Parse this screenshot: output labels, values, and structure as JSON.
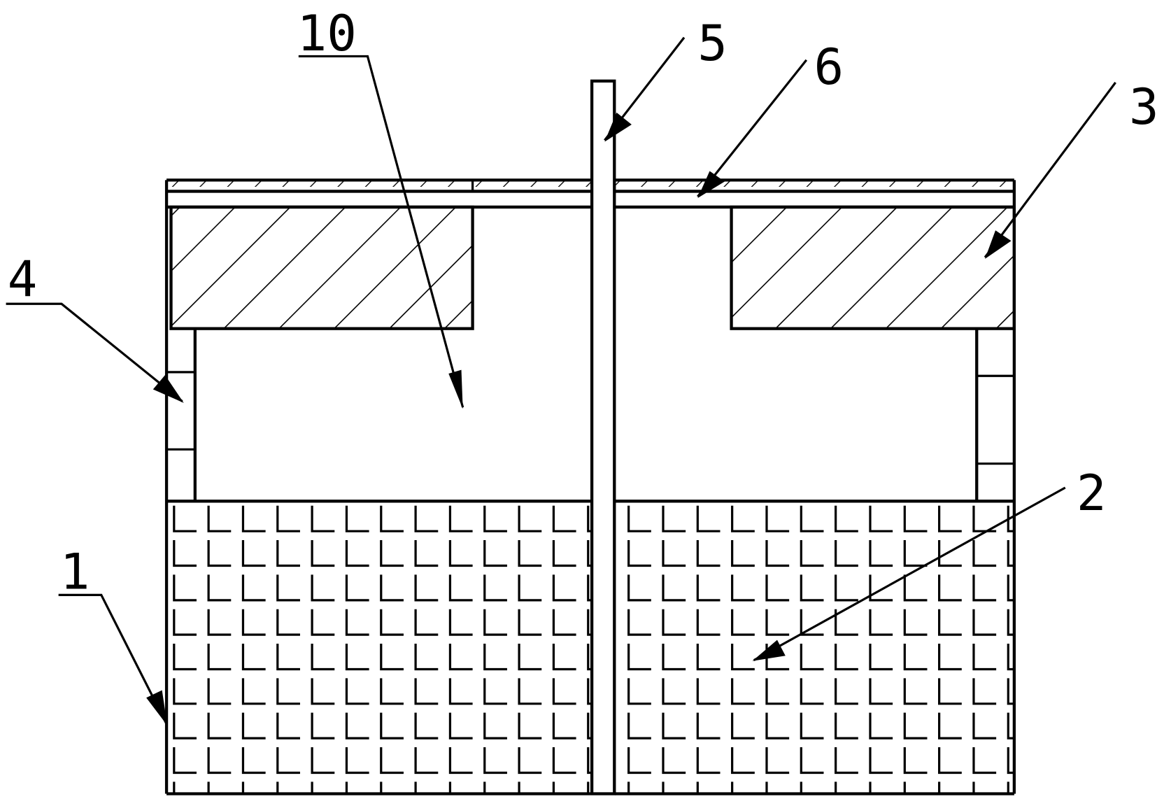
{
  "callouts": [
    {
      "id": "1",
      "label": "1"
    },
    {
      "id": "2",
      "label": "2"
    },
    {
      "id": "3",
      "label": "3"
    },
    {
      "id": "4",
      "label": "4"
    },
    {
      "id": "5",
      "label": "5"
    },
    {
      "id": "6",
      "label": "6"
    },
    {
      "id": "10",
      "label": "10"
    }
  ]
}
